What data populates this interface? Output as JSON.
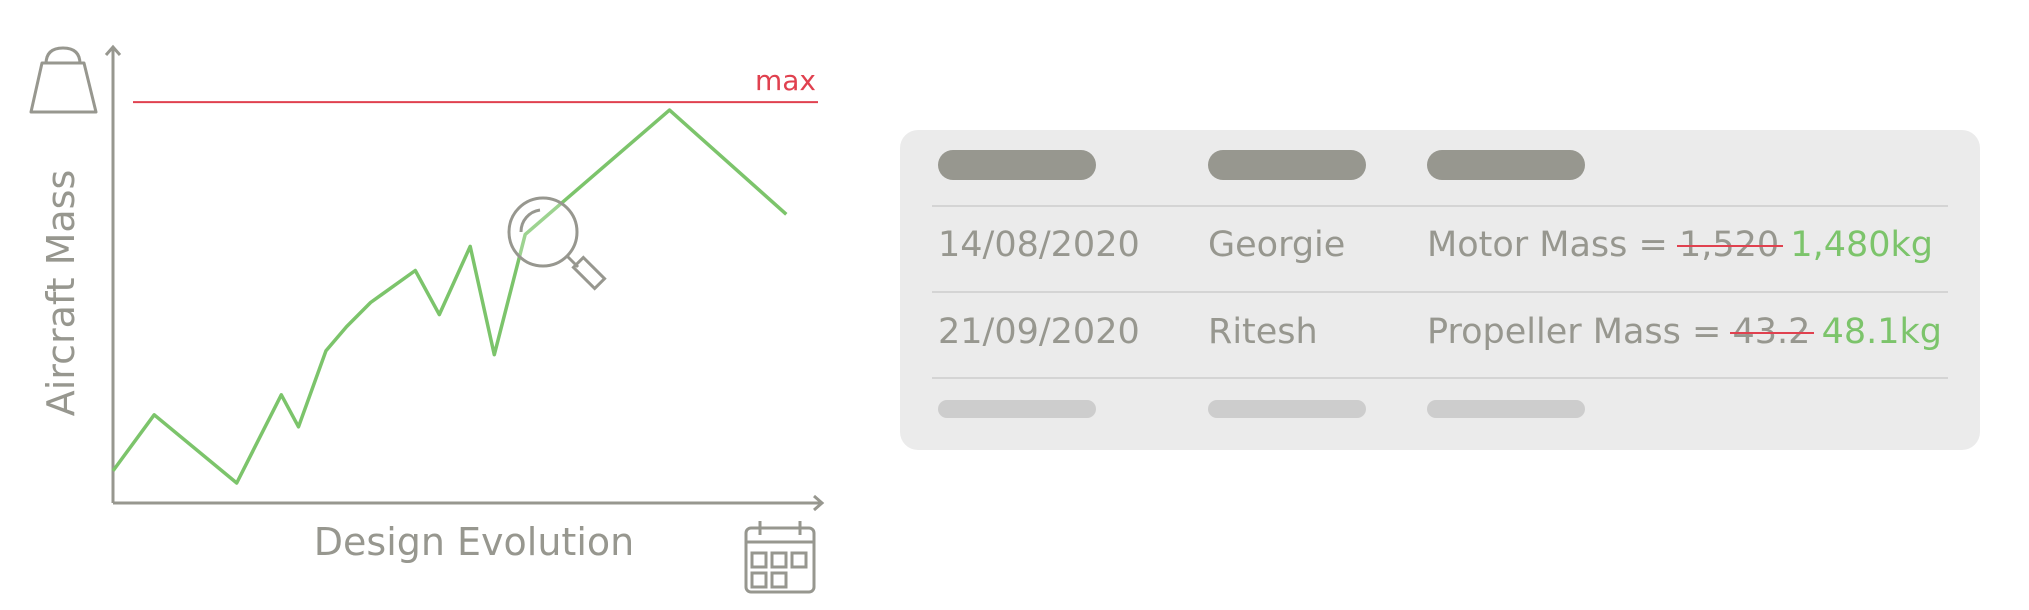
{
  "chart_data": {
    "type": "line",
    "xlabel": "Design Evolution",
    "ylabel": "Aircraft Mass",
    "reference_line": {
      "label": "max",
      "value": 100
    },
    "ylim": [
      0,
      110
    ],
    "xlim": [
      0,
      100
    ],
    "series": [
      {
        "points": [
          [
            0,
            8
          ],
          [
            6,
            22
          ],
          [
            18,
            5
          ],
          [
            24.5,
            27
          ],
          [
            27,
            19
          ],
          [
            31,
            38
          ],
          [
            34,
            44
          ],
          [
            37.5,
            50
          ],
          [
            44,
            58
          ],
          [
            47.5,
            47
          ],
          [
            52,
            64
          ],
          [
            55.5,
            37
          ],
          [
            60,
            67
          ],
          [
            81,
            98
          ],
          [
            98,
            72
          ]
        ]
      }
    ],
    "colors": {
      "line": "#7cc46b",
      "max": "#e0414f",
      "axis": "#97978f"
    },
    "icons": [
      "weight-icon",
      "magnifier-icon",
      "calendar-icon"
    ]
  },
  "table": {
    "rows": [
      {
        "date": "14/08/2020",
        "name": "Georgie",
        "change_label": "Motor Mass =",
        "old_value": "1,520",
        "new_value": "1,480kg"
      },
      {
        "date": "21/09/2020",
        "name": "Ritesh",
        "change_label": "Propeller Mass =",
        "old_value": "43.2",
        "new_value": "48.1kg"
      }
    ]
  }
}
